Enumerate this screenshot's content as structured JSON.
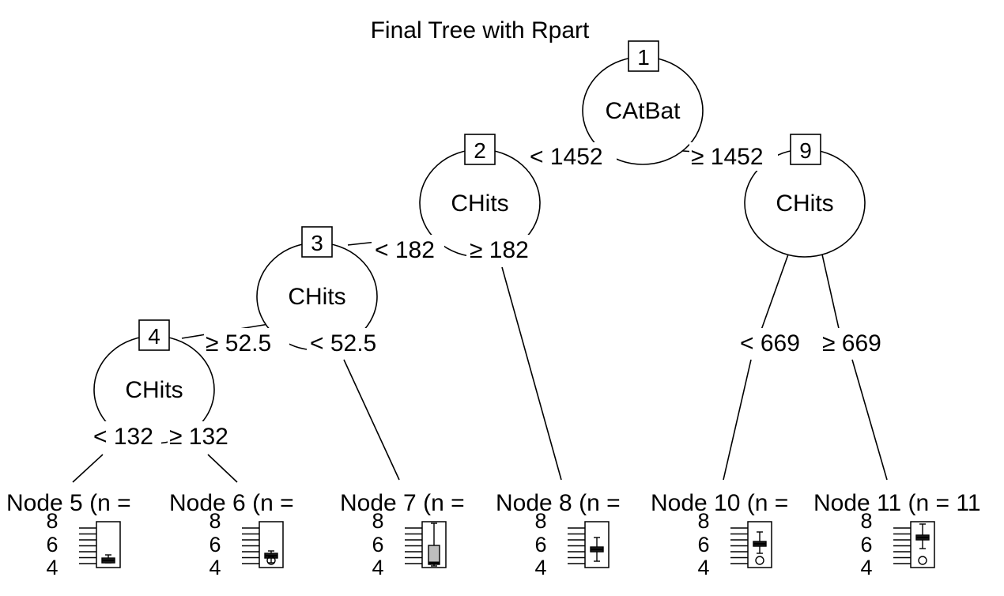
{
  "title": "Final Tree with Rpart",
  "inner_nodes": [
    {
      "id": "1",
      "label": "CAtBat"
    },
    {
      "id": "2",
      "label": "CHits"
    },
    {
      "id": "3",
      "label": "CHits"
    },
    {
      "id": "4",
      "label": "CHits"
    },
    {
      "id": "9",
      "label": "CHits"
    }
  ],
  "edges": [
    {
      "label": "< 1452"
    },
    {
      "label": "≥ 1452"
    },
    {
      "label": "< 182"
    },
    {
      "label": "≥ 182"
    },
    {
      "label": "≥ 52.5"
    },
    {
      "label": "< 52.5"
    },
    {
      "label": "< 132"
    },
    {
      "label": "≥ 132"
    },
    {
      "label": "< 669"
    },
    {
      "label": "≥ 669"
    }
  ],
  "terminal_nodes": [
    {
      "label": "Node 5 (n ="
    },
    {
      "label": "Node 6 (n ="
    },
    {
      "label": "Node 7 (n ="
    },
    {
      "label": "Node 8 (n ="
    },
    {
      "label": "Node 10 (n ="
    },
    {
      "label": "Node 11 (n = 11"
    }
  ],
  "y_ticks": [
    "8",
    "6",
    "4"
  ]
}
